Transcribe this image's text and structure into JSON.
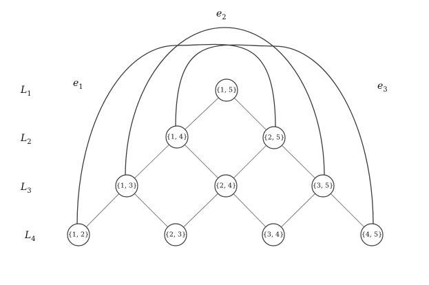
{
  "levels": [
    {
      "name": "L",
      "sub": "1"
    },
    {
      "name": "L",
      "sub": "2"
    },
    {
      "name": "L",
      "sub": "3"
    },
    {
      "name": "L",
      "sub": "4"
    }
  ],
  "nodes": [
    {
      "id": "15",
      "label": "{1, 5}"
    },
    {
      "id": "14",
      "label": "{1, 4}"
    },
    {
      "id": "25",
      "label": "{2, 5}"
    },
    {
      "id": "13",
      "label": "{1, 3}"
    },
    {
      "id": "24",
      "label": "{2, 4}"
    },
    {
      "id": "35",
      "label": "{3, 5}"
    },
    {
      "id": "12",
      "label": "{1, 2}"
    },
    {
      "id": "23",
      "label": "{2, 3}"
    },
    {
      "id": "34",
      "label": "{3, 4}"
    },
    {
      "id": "45",
      "label": "{4, 5}"
    }
  ],
  "edges": [
    [
      "15",
      "14"
    ],
    [
      "15",
      "25"
    ],
    [
      "14",
      "13"
    ],
    [
      "14",
      "24"
    ],
    [
      "25",
      "24"
    ],
    [
      "25",
      "35"
    ],
    [
      "13",
      "12"
    ],
    [
      "13",
      "23"
    ],
    [
      "24",
      "23"
    ],
    [
      "24",
      "34"
    ],
    [
      "35",
      "34"
    ],
    [
      "35",
      "45"
    ]
  ],
  "arcs": [
    {
      "name": "e",
      "sub": "1",
      "from": "12",
      "to": "25"
    },
    {
      "name": "e",
      "sub": "2",
      "from": "13",
      "to": "35"
    },
    {
      "name": "e",
      "sub": "3",
      "from": "14",
      "to": "45"
    }
  ]
}
